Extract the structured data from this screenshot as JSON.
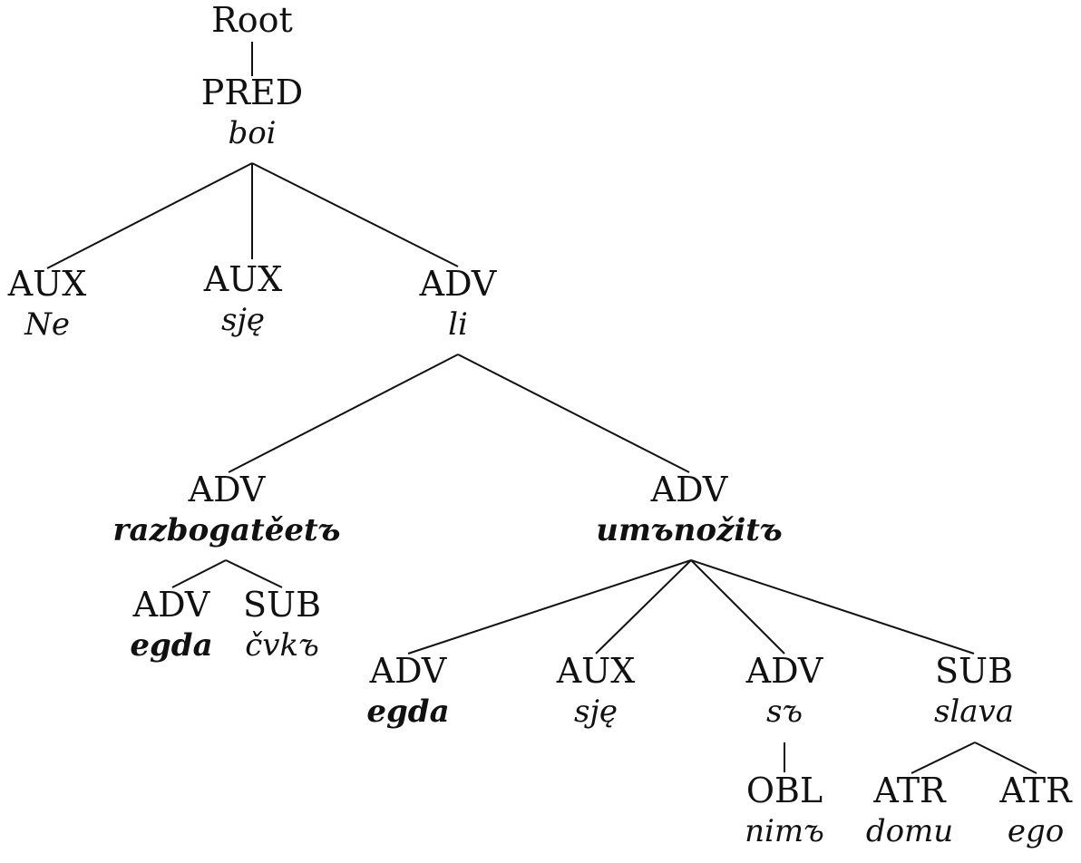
{
  "tree": {
    "root": {
      "label": "Root"
    },
    "pred": {
      "label": "PRED",
      "word": "boi"
    },
    "aux_ne": {
      "label": "AUX",
      "word": "Ne"
    },
    "aux_sje_1": {
      "label": "AUX",
      "word": "sję"
    },
    "adv_li": {
      "label": "ADV",
      "word": "li"
    },
    "adv_razbogateet": {
      "label": "ADV",
      "word": "razbogatěetъ"
    },
    "adv_umnozit": {
      "label": "ADV",
      "word": "umъnožitъ"
    },
    "adv_egda_1": {
      "label": "ADV",
      "word": "egda"
    },
    "sub_cvk": {
      "label": "SUB",
      "word": "čvkъ"
    },
    "adv_egda_2": {
      "label": "ADV",
      "word": "egda"
    },
    "aux_sje_2": {
      "label": "AUX",
      "word": "sję"
    },
    "adv_s": {
      "label": "ADV",
      "word": "sъ"
    },
    "sub_slava": {
      "label": "SUB",
      "word": "slava"
    },
    "obl_nim": {
      "label": "OBL",
      "word": "nimъ"
    },
    "atr_domu": {
      "label": "ATR",
      "word": "domu"
    },
    "atr_ego": {
      "label": "ATR",
      "word": "ego"
    }
  }
}
